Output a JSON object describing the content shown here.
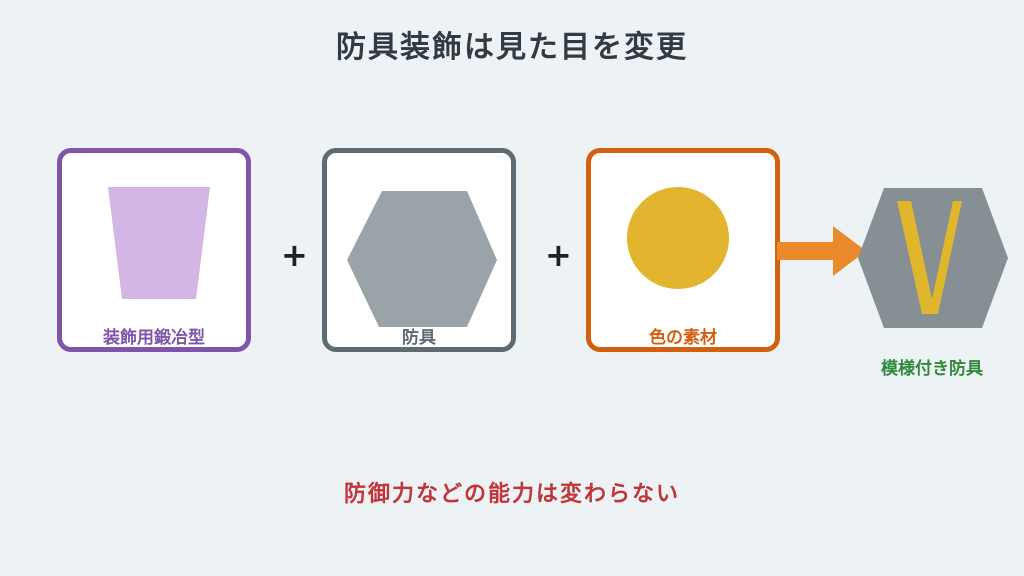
{
  "title": "防具装飾は見た目を変更",
  "inputs": [
    {
      "label": "装飾用鍛冶型",
      "color": "#7e55a8",
      "shape_color": "#d4b6e6",
      "icon": "mold-trapezoid-icon"
    },
    {
      "label": "防具",
      "color": "#5f6b72",
      "shape_color": "#9aa3a8",
      "icon": "armor-hexagon-icon"
    },
    {
      "label": "色の素材",
      "color": "#d35f10",
      "shape_color": "#e3b52e",
      "icon": "color-material-circle-icon"
    }
  ],
  "operators": [
    "+",
    "+"
  ],
  "arrow_color": "#ea8a2a",
  "result": {
    "label": "模様付き防具",
    "label_color": "#2f8a3a",
    "shape_color": "#858f94",
    "pattern_color": "#e0b62c",
    "icon": "patterned-armor-icon"
  },
  "note": "防御力などの能力は変わらない"
}
